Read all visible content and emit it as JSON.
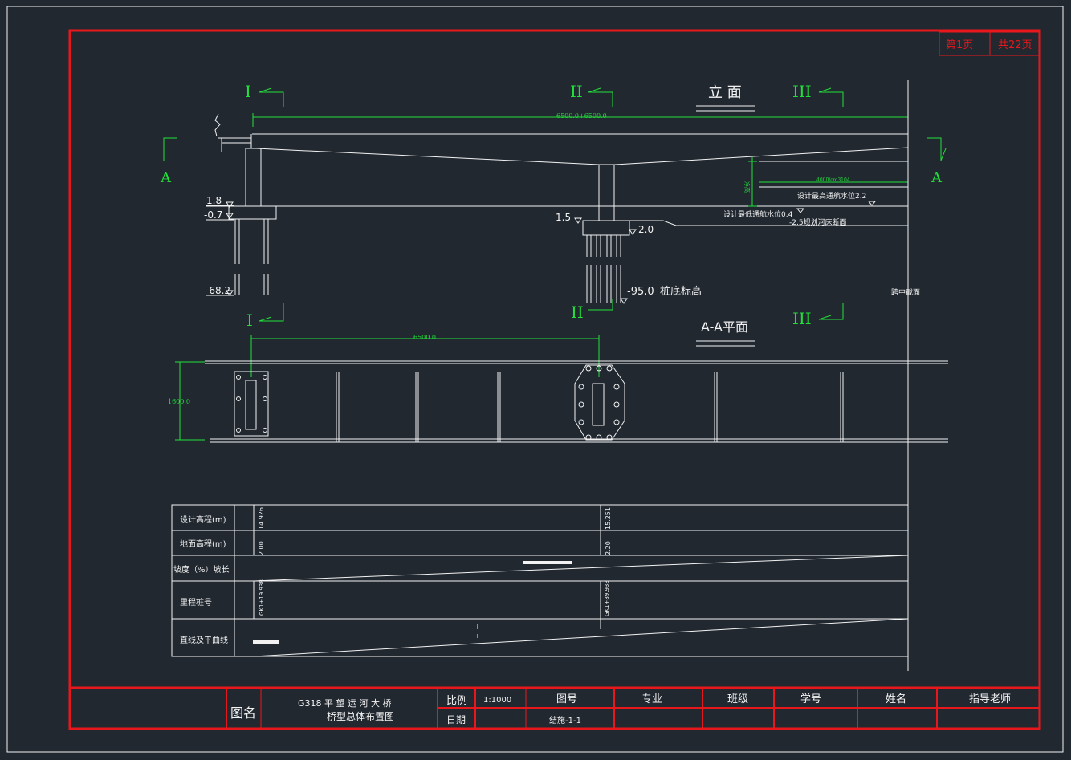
{
  "sheet": {
    "page_current": "第1页",
    "page_total": "共22页"
  },
  "views": {
    "elevation_title": "立 面",
    "plan_title": "A-A平面",
    "section_I": "I",
    "section_II": "II",
    "section_III": "III",
    "section_A": "A",
    "span_top": "6500.0+6500.0",
    "span_plan": "6500.0",
    "width_plan": "1600.0",
    "nav_dim": "4000/cm3104",
    "nav_clear": "净高",
    "midspan_label": "跨中截面"
  },
  "levels": {
    "pier1_top": "1.8",
    "pier1_cap": "-0.7",
    "pier1_pile_bottom": "-68.2",
    "pier2_left": "1.5",
    "pier2_right": "2.0",
    "pier2_pile_bottom": "-95.0",
    "pile_bottom_label": "桩底标高",
    "high_water": "设计最高通航水位2.2",
    "low_water": "设计最低通航水位0.4",
    "riverbed": "-2.5规划河床断面"
  },
  "profile_table": {
    "rows": [
      "设计高程(m)",
      "地面高程(m)",
      "坡度（%）坡长",
      "里程桩号",
      "直线及平曲线"
    ],
    "design_elev_1": "14.926",
    "design_elev_2": "15.251",
    "ground_elev_1": "2.00",
    "ground_elev_2": "2.20",
    "station_1": "GK1+19.938",
    "station_2": "GK1+89.938"
  },
  "title_block": {
    "drawing_name_label": "图名",
    "drawing_name_line1": "G318 平 望 运 河 大 桥",
    "drawing_name_line2": "桥型总体布置图",
    "scale_label": "比例",
    "scale_value": "1:1000",
    "date_label": "日期",
    "drawing_no_label": "图号",
    "drawing_no_value": "结施-1-1",
    "major_label": "专业",
    "class_label": "班级",
    "student_id_label": "学号",
    "name_label": "姓名",
    "advisor_label": "指导老师"
  }
}
